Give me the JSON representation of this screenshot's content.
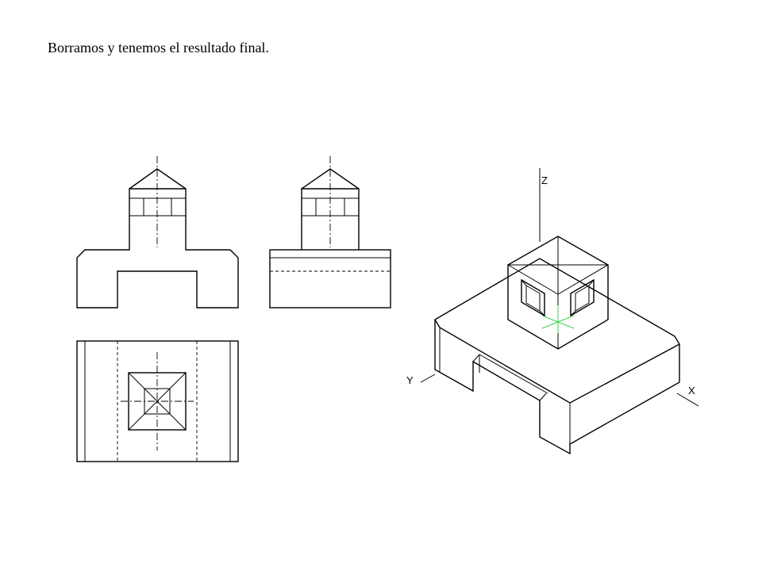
{
  "caption": "Borramos y tenemos el resultado final.",
  "axes": {
    "z": "Z",
    "y": "Y",
    "x": "X"
  },
  "colors": {
    "line": "#000000",
    "center_mark": "#39d84a",
    "background": "#ffffff"
  }
}
